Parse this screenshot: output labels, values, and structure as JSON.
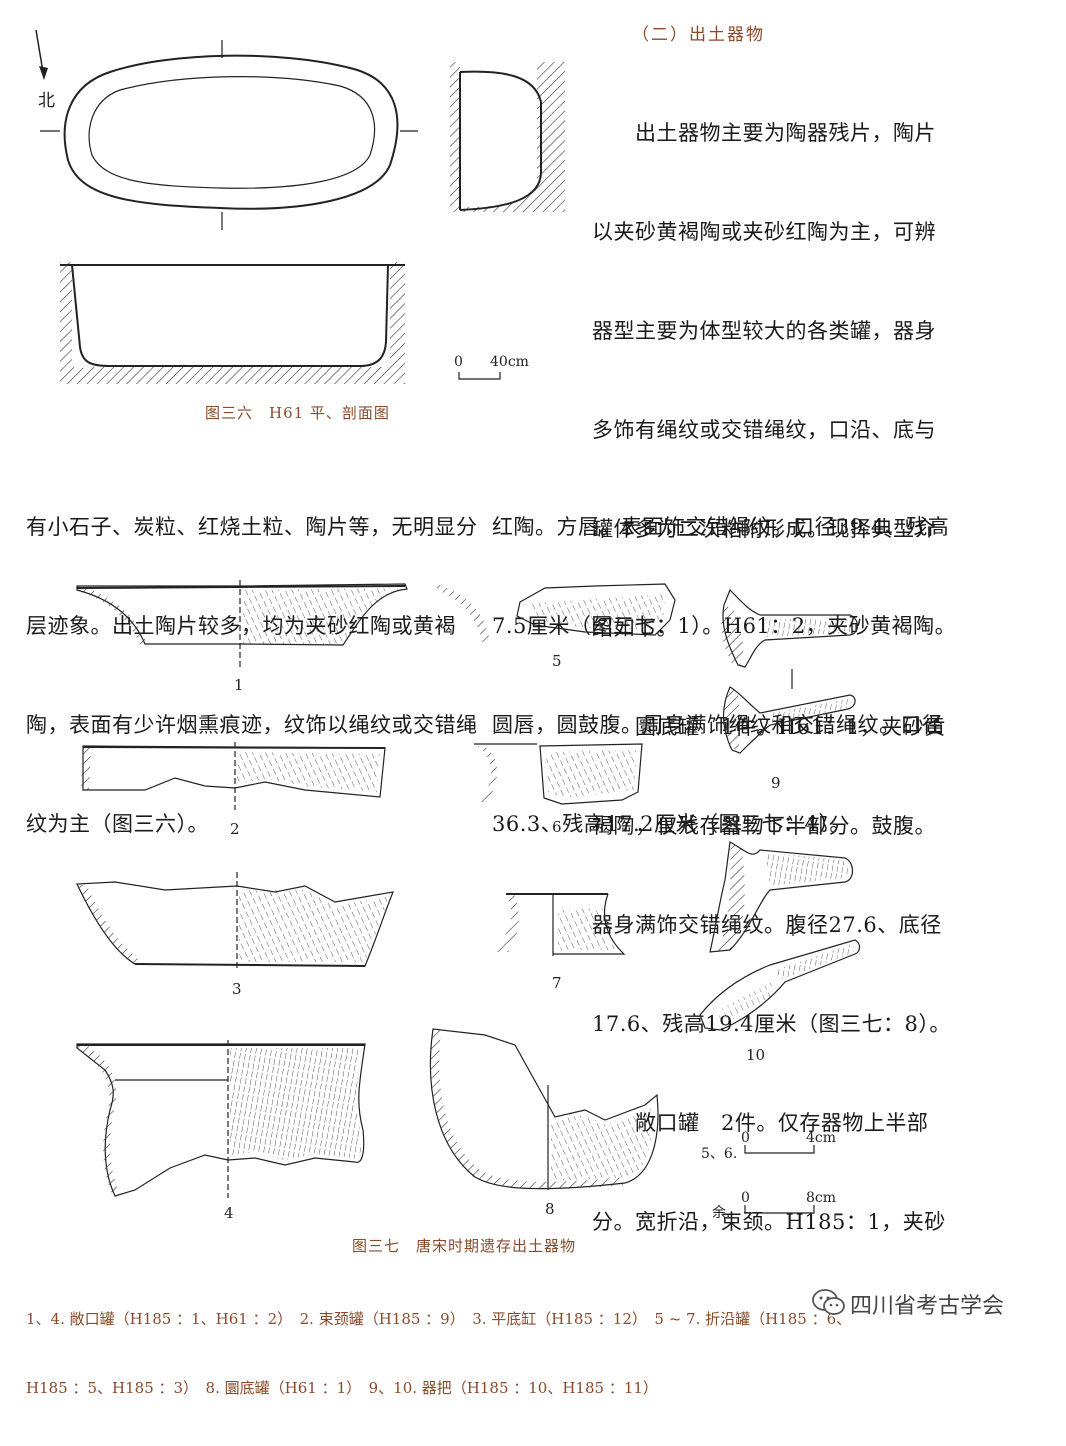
{
  "north_label": "北",
  "fig36": {
    "caption": "图三六　H61 平、剖面图",
    "scale": {
      "zero": "0",
      "value": "40cm"
    }
  },
  "right_text": {
    "heading": "（二）出土器物",
    "lines": [
      "　　出土器物主要为陶器残片，陶片",
      "以夹砂黄褐陶或夹砂红陶为主，可辨",
      "器型主要为体型较大的各类罐，器身",
      "多饰有绳纹或交错绳纹，口沿、底与",
      "罐体多为二次粘附形成。现择典型介",
      "绍如下。",
      "　　圜底罐　1件。H61：1，夹砂黄",
      "褐陶，仅残存器物下半部分。鼓腹。",
      "器身满饰交错绳纹。腹径27.6、底径",
      "17.6、残高19.4厘米（图三七：8）。",
      "　　敞口罐　2件。仅存器物上半部",
      "分。宽折沿，束颈。H185：1，夹砂"
    ]
  },
  "left_text": {
    "lines": [
      "有小石子、炭粒、红烧土粒、陶片等，无明显分",
      "层迹象。出土陶片较多，均为夹砂红陶或黄褐",
      "陶，表面有少许烟熏痕迹，纹饰以绳纹或交错绳",
      "纹为主（图三六）。"
    ]
  },
  "mid_text": {
    "lines": [
      "红陶。方唇。表面饰交错绳纹。口径39.4、残高",
      "7.5厘米（图三七：1）。H61：2，夹砂黄褐陶。",
      "圆唇，圆鼓腹。周身满饰绳纹和交错绳纹。口径",
      "36.3、残高17.2厘米（图三七：4）。"
    ]
  },
  "fig37": {
    "numbers": [
      "1",
      "2",
      "3",
      "4",
      "5",
      "6",
      "7",
      "8",
      "9",
      "10"
    ],
    "scale_small": {
      "label": "5、6.",
      "zero": "0",
      "value": "4cm"
    },
    "scale_large": {
      "label": "余.",
      "zero": "0",
      "value": "8cm"
    },
    "caption": "图三七　唐宋时期遗存出土器物",
    "legend": [
      "1、4. 敞口罐（H185 ：1、H61 ：2）　2. 束颈罐（H185 ：9）　3. 平底缸（H185 ：12）　5 ~ 7. 折沿罐（H185 ：6、",
      "H185 ：5、H185 ：3）　8. 圜底罐（H61 ：1）　9、10. 器把（H185 ：10、H185 ：11）"
    ]
  },
  "watermark": "四川省考古学会"
}
